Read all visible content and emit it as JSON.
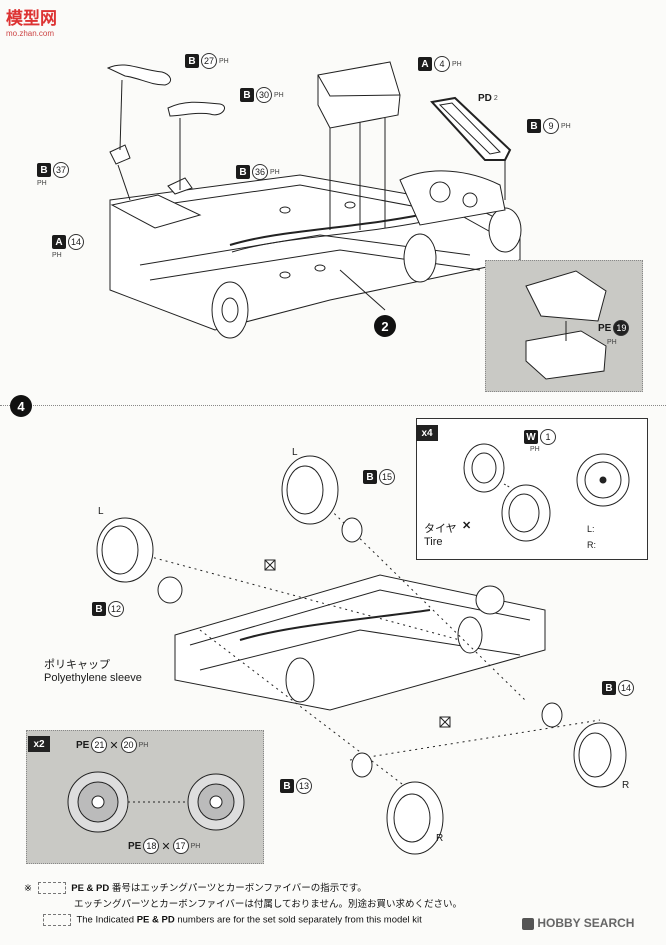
{
  "watermark": {
    "top": "模型网",
    "sub": "mo.zhan.com"
  },
  "step2": {
    "number": "2",
    "parts": [
      {
        "letter": "B",
        "num": "27",
        "pt": "PH",
        "box": ""
      },
      {
        "letter": "B",
        "num": "30",
        "pt": "PH",
        "": ""
      },
      {
        "letter": "A",
        "num": "4",
        "pt": "PH"
      },
      {
        "letter": "B",
        "num": "9",
        "pt": "PH"
      },
      {
        "letter": "B",
        "num": "37",
        "pt": "PH"
      },
      {
        "letter": "B",
        "num": "36",
        "pt": "PH"
      },
      {
        "letter": "A",
        "num": "14",
        "pt": "PH"
      }
    ],
    "pd_label": "PD",
    "pd_num": "2",
    "inset_pe_label": "PE",
    "inset_pe_num": "19",
    "inset_ph": "PH"
  },
  "step4": {
    "number": "4",
    "wheel_L": "L",
    "wheel_R": "R",
    "parts": [
      {
        "letter": "B",
        "num": "15"
      },
      {
        "letter": "B",
        "num": "12"
      },
      {
        "letter": "B",
        "num": "14"
      },
      {
        "letter": "B",
        "num": "13"
      }
    ],
    "sleeve_jp": "ポリキャップ",
    "sleeve_en": "Polyethylene sleeve",
    "inset_right": {
      "multiplier": "x4",
      "w_letter": "W",
      "w_num": "1",
      "tire_jp": "タイヤ",
      "tire_en": "Tire",
      "l_label": "L:",
      "r_label": "R:",
      "ph": "PH"
    },
    "inset_left": {
      "multiplier": "x2",
      "pe_label": "PE",
      "pe_top": "21",
      "pe_top_alt": "20",
      "pe_bottom": "18",
      "pe_bottom_alt": "17",
      "ph": "PH"
    }
  },
  "footer": {
    "asterisk": "※",
    "jp_label": "PE & PD",
    "jp_text": "番号はエッチングパーツとカーボンファイバーの指示です。",
    "jp_line2": "エッチングパーツとカーボンファイバーは付属しておりません。別途お買い求めください。",
    "en_pre": "The Indicated",
    "en_label": "PE & PD",
    "en_text": "numbers are for the set sold separately from this model kit",
    "brand": "HOBBY SEARCH"
  }
}
